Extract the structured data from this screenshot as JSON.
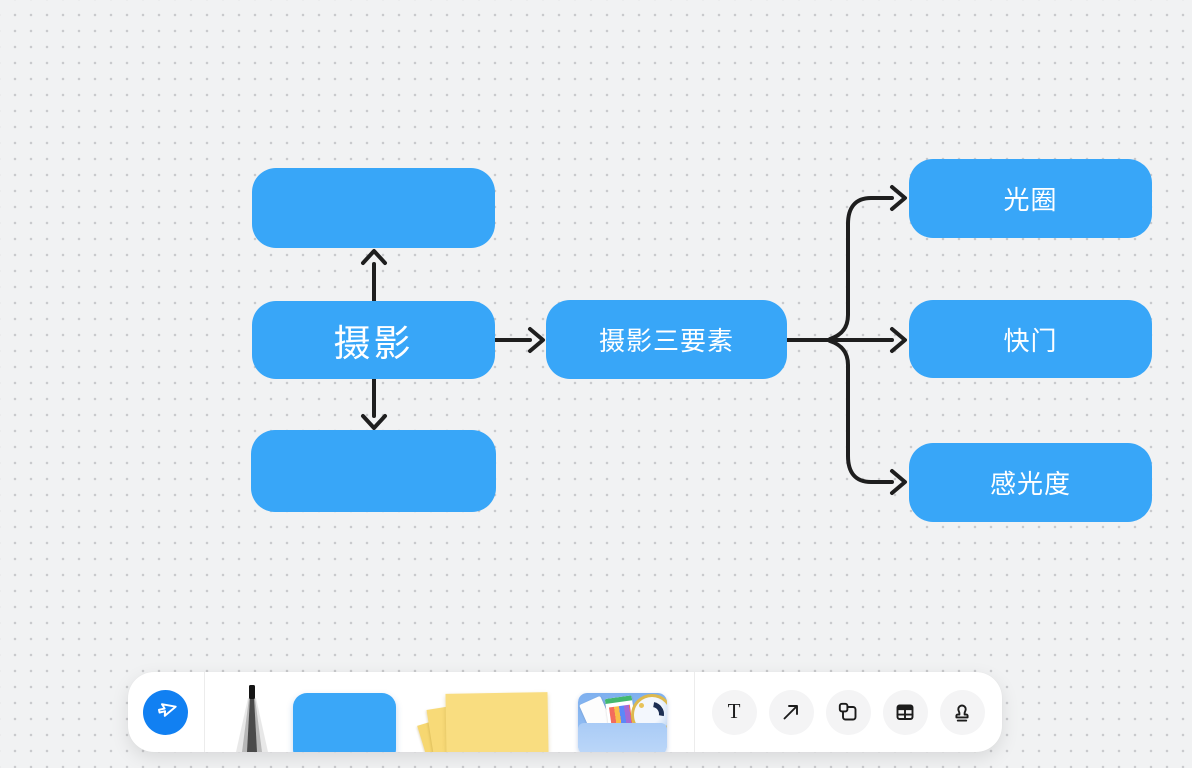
{
  "canvas": {
    "background_color": "#f1f2f3",
    "dot_color": "#c9cacd",
    "node_fill": "#38a6f8",
    "node_text_color": "#ffffff",
    "connector_color": "#1e1e1e",
    "nodes": [
      {
        "id": "branch-top-left",
        "label": ""
      },
      {
        "id": "root",
        "label": "摄影"
      },
      {
        "id": "branch-bottom-left",
        "label": ""
      },
      {
        "id": "three-elements",
        "label": "摄影三要素"
      },
      {
        "id": "aperture",
        "label": "光圈"
      },
      {
        "id": "shutter",
        "label": "快门"
      },
      {
        "id": "iso",
        "label": "感光度"
      }
    ]
  },
  "toolbar": {
    "select_button_color": "#1180f2",
    "shape_sticker_color": "#3aa7f8",
    "sticky_note_color": "#f9dd80",
    "tools": [
      {
        "name": "select-tool"
      },
      {
        "name": "pen-tool"
      },
      {
        "name": "shape-tool"
      },
      {
        "name": "sticky-note-tool"
      },
      {
        "name": "media-kit-tool"
      }
    ],
    "buttons": [
      {
        "name": "text-tool",
        "glyph": "T"
      },
      {
        "name": "connector-tool"
      },
      {
        "name": "frame-tool"
      },
      {
        "name": "table-tool"
      },
      {
        "name": "stamp-tool"
      }
    ]
  }
}
